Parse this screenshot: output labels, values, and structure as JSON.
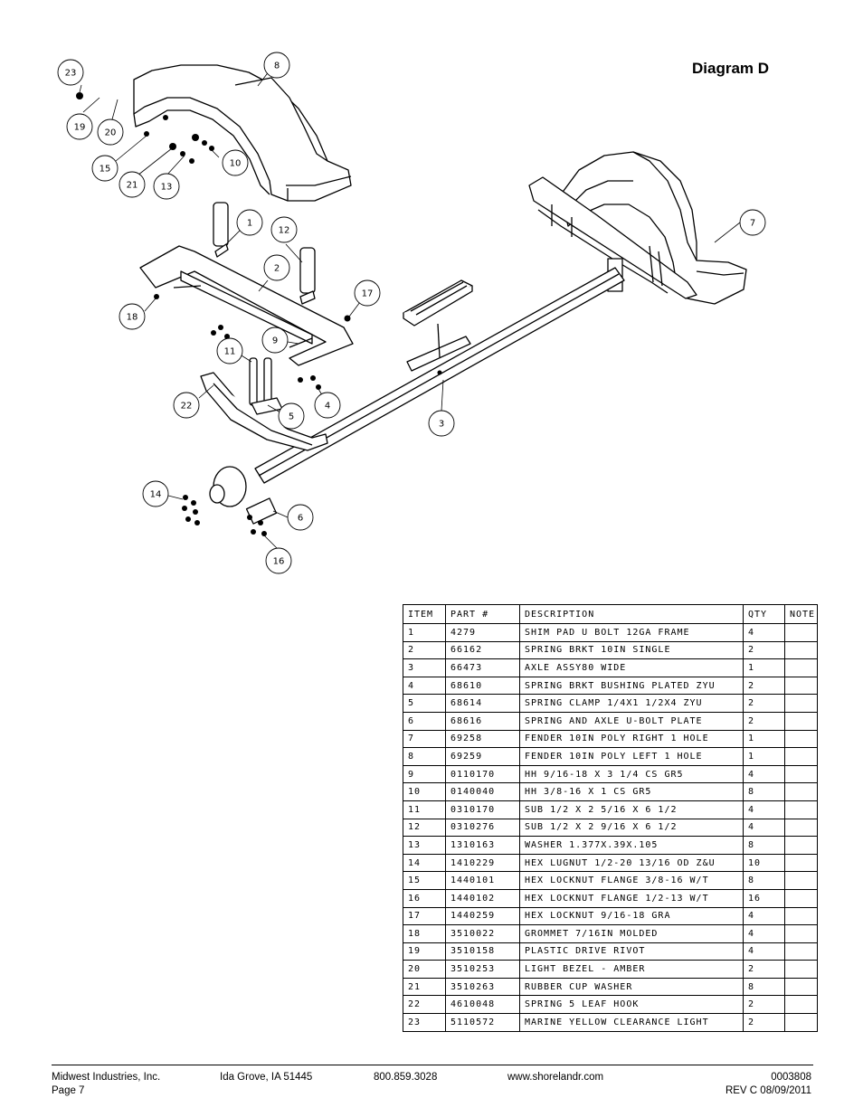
{
  "diagram_title": "Diagram D",
  "callouts": [
    "23",
    "19",
    "20",
    "8",
    "15",
    "21",
    "13",
    "10",
    "1",
    "12",
    "2",
    "17",
    "18",
    "9",
    "11",
    "4",
    "5",
    "22",
    "7",
    "3",
    "14",
    "6",
    "16"
  ],
  "parts_table": {
    "headers": [
      "ITEM",
      "PART #",
      "DESCRIPTION",
      "QTY",
      "NOTE"
    ],
    "rows": [
      [
        "1",
        "4279",
        "SHIM PAD   U BOLT 12GA FRAME",
        "4",
        ""
      ],
      [
        "2",
        "66162",
        "SPRING BRKT  10IN SINGLE",
        "2",
        ""
      ],
      [
        "3",
        "66473",
        "AXLE ASSY80 WIDE",
        "1",
        ""
      ],
      [
        "4",
        "68610",
        "SPRING BRKT BUSHING PLATED ZYU",
        "2",
        ""
      ],
      [
        "5",
        "68614",
        "SPRING CLAMP   1/4X1 1/2X4  ZYU",
        "2",
        ""
      ],
      [
        "6",
        "68616",
        "SPRING AND AXLE U-BOLT PLATE",
        "2",
        ""
      ],
      [
        "7",
        "69258",
        "FENDER  10IN POLY RIGHT 1 HOLE",
        "1",
        ""
      ],
      [
        "8",
        "69259",
        "FENDER  10IN POLY LEFT 1 HOLE",
        "1",
        ""
      ],
      [
        "9",
        "0110170",
        "HH 9/16-18 X 3 1/4 CS GR5",
        "4",
        ""
      ],
      [
        "10",
        "0140040",
        "HH 3/8-16 X 1 CS GR5",
        "8",
        ""
      ],
      [
        "11",
        "0310170",
        "SUB 1/2 X 2 5/16 X 6 1/2",
        "4",
        ""
      ],
      [
        "12",
        "0310276",
        "SUB 1/2 X 2 9/16 X 6 1/2",
        "4",
        ""
      ],
      [
        "13",
        "1310163",
        "WASHER 1.377X.39X.105",
        "8",
        ""
      ],
      [
        "14",
        "1410229",
        "HEX LUGNUT 1/2-20 13/16 OD Z&U",
        "10",
        ""
      ],
      [
        "15",
        "1440101",
        "HEX LOCKNUT FLANGE 3/8-16 W/T",
        "8",
        ""
      ],
      [
        "16",
        "1440102",
        "HEX LOCKNUT FLANGE 1/2-13 W/T",
        "16",
        ""
      ],
      [
        "17",
        "1440259",
        "HEX LOCKNUT 9/16-18 GRA",
        "4",
        ""
      ],
      [
        "18",
        "3510022",
        "GROMMET  7/16IN MOLDED",
        "4",
        ""
      ],
      [
        "19",
        "3510158",
        "PLASTIC DRIVE RIVOT",
        "4",
        ""
      ],
      [
        "20",
        "3510253",
        "LIGHT BEZEL - AMBER",
        "2",
        ""
      ],
      [
        "21",
        "3510263",
        "RUBBER CUP WASHER",
        "8",
        ""
      ],
      [
        "22",
        "4610048",
        "SPRING  5 LEAF HOOK",
        "2",
        ""
      ],
      [
        "23",
        "5110572",
        "MARINE YELLOW CLEARANCE LIGHT",
        "2",
        ""
      ]
    ]
  },
  "footer": {
    "company": "Midwest Industries, Inc.",
    "page": "Page 7",
    "address": "Ida Grove, IA 51445",
    "phone": "800.859.3028",
    "website": "www.shorelandr.com",
    "doc_number": "0003808",
    "revision": "REV C  08/09/2011"
  }
}
